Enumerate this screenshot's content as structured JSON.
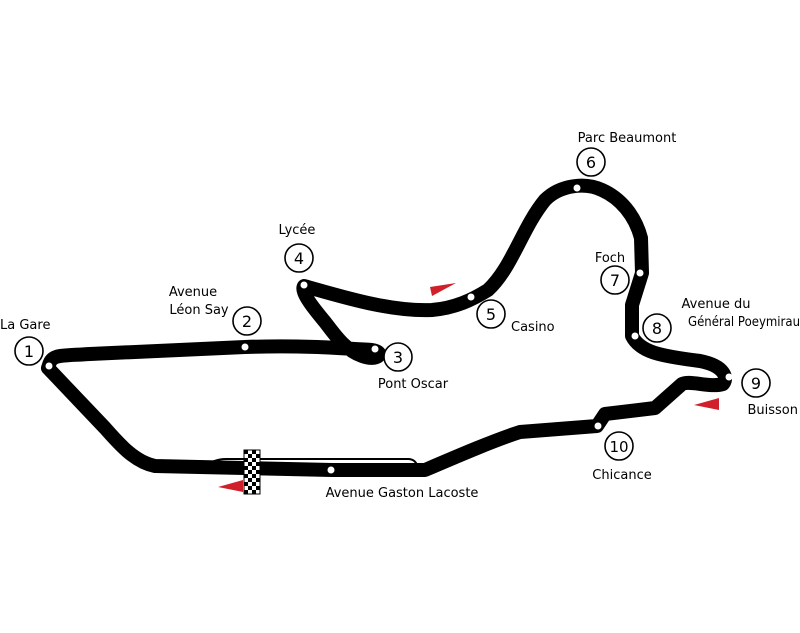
{
  "corners": [
    {
      "number": "1",
      "name": [
        "La Gare"
      ]
    },
    {
      "number": "2",
      "name": [
        "Avenue",
        "Léon Say"
      ]
    },
    {
      "number": "3",
      "name": [
        "Pont Oscar"
      ]
    },
    {
      "number": "4",
      "name": [
        "Lycée"
      ]
    },
    {
      "number": "5",
      "name": [
        "Casino"
      ]
    },
    {
      "number": "6",
      "name": [
        "Parc Beaumont"
      ]
    },
    {
      "number": "7",
      "name": [
        "Foch"
      ]
    },
    {
      "number": "8",
      "name": [
        "Avenue du",
        "Général Poeymirau"
      ]
    },
    {
      "number": "9",
      "name": [
        "Buisson"
      ]
    },
    {
      "number": "10",
      "name": [
        "Chicance"
      ]
    }
  ],
  "straight_name": "Avenue Gaston Lacoste",
  "colors": {
    "track": "#000000",
    "direction_arrow": "#d0202a",
    "background": "#ffffff"
  }
}
